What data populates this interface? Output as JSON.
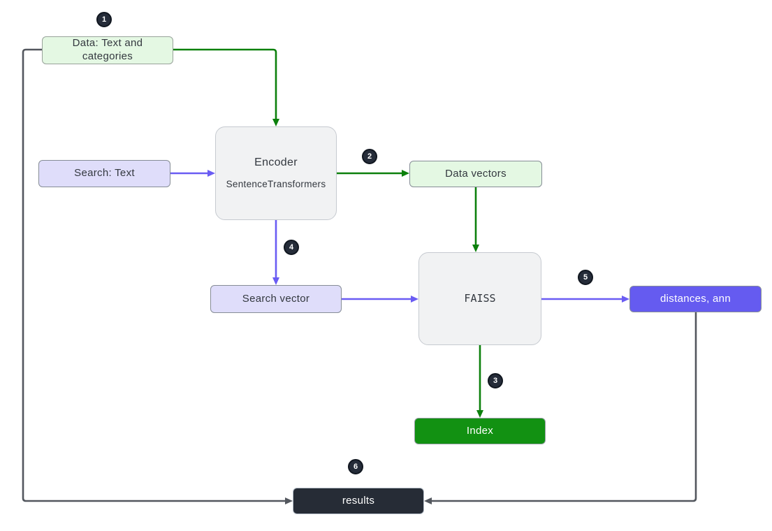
{
  "colors": {
    "green": "#0c800c",
    "purple": "#6a5cf3",
    "gray": "#53575e",
    "light_green_fill": "#e4f8e3",
    "light_green_border": "#98a29a",
    "lavender_fill": "#dfddfa",
    "lavender_border": "#868d96",
    "panel_fill": "#f1f2f3",
    "panel_border": "#c6cad0",
    "index_fill": "#129112",
    "index_border": "#9aa0a8",
    "distances_fill": "#655bf0",
    "distances_border": "#868d96",
    "results_fill": "#262c36",
    "results_border": "#b7bfc9",
    "badge_fill": "#252c39",
    "badge_text": "#ffffff",
    "white_text": "#ffffff",
    "dark_text": "#33383f"
  },
  "nodes": {
    "data_text": {
      "label": "Data: Text and categories"
    },
    "search_text": {
      "label": "Search: Text"
    },
    "encoder": {
      "title": "Encoder",
      "subtitle": "SentenceTransformers"
    },
    "data_vectors": {
      "label": "Data vectors"
    },
    "search_vector": {
      "label": "Search vector"
    },
    "faiss": {
      "label": "FAISS"
    },
    "distances": {
      "label": "distances, ann"
    },
    "index": {
      "label": "Index"
    },
    "results": {
      "label": "results"
    }
  },
  "badges": {
    "b1": "1",
    "b2": "2",
    "b3": "3",
    "b4": "4",
    "b5": "5",
    "b6": "6"
  }
}
